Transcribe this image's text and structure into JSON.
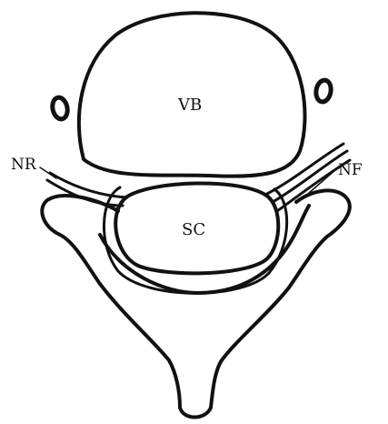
{
  "labels": {
    "vertebral_body": "VB",
    "spinal_cord": "SC",
    "nerve_root_left": "NR",
    "nerve_root_right": "NF"
  }
}
